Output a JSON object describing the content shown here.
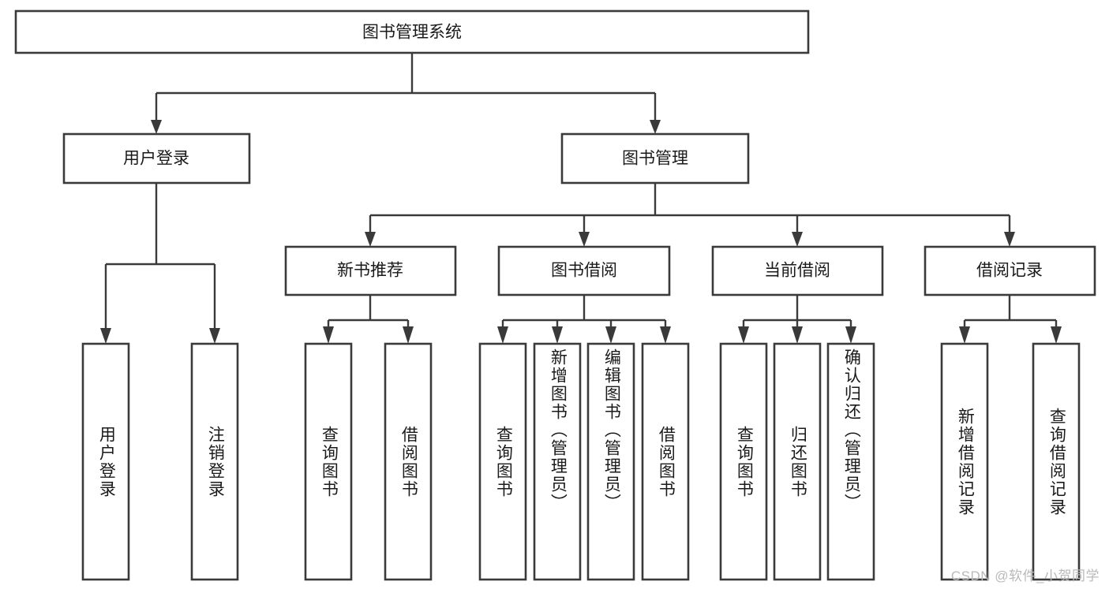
{
  "diagram": {
    "type": "tree-hierarchy",
    "title": "图书管理系统",
    "orientation": "top-down",
    "watermark": "CSDN @软件_小贺同学",
    "colors": {
      "box_fill": "#ffffff",
      "box_stroke": "#3a3a3a",
      "connector": "#3a3a3a",
      "text": "#1a1a1a",
      "watermark": "#b9b9b9",
      "background": "#ffffff"
    },
    "root": {
      "label": "图书管理系统"
    },
    "level2": [
      {
        "label": "用户登录"
      },
      {
        "label": "图书管理"
      }
    ],
    "level3": [
      {
        "label": "新书推荐"
      },
      {
        "label": "图书借阅"
      },
      {
        "label": "当前借阅"
      },
      {
        "label": "借阅记录"
      }
    ],
    "leaves": {
      "user_login": [
        {
          "label": "用户登录"
        },
        {
          "label": "注销登录"
        }
      ],
      "new_book_recommend": [
        {
          "label": "查询图书"
        },
        {
          "label": "借阅图书"
        }
      ],
      "book_borrow": [
        {
          "label": "查询图书"
        },
        {
          "label": "新增图书（管理员）"
        },
        {
          "label": "编辑图书（管理员）"
        },
        {
          "label": "借阅图书"
        }
      ],
      "current_borrow": [
        {
          "label": "查询图书"
        },
        {
          "label": "归还图书"
        },
        {
          "label": "确认归还（管理员）"
        }
      ],
      "borrow_record": [
        {
          "label": "新增借阅记录"
        },
        {
          "label": "查询借阅记录"
        }
      ]
    },
    "edges": [
      {
        "from": "图书管理系统",
        "to": "用户登录"
      },
      {
        "from": "图书管理系统",
        "to": "图书管理"
      },
      {
        "from": "图书管理",
        "to": "新书推荐"
      },
      {
        "from": "图书管理",
        "to": "图书借阅"
      },
      {
        "from": "图书管理",
        "to": "当前借阅"
      },
      {
        "from": "图书管理",
        "to": "借阅记录"
      },
      {
        "from": "用户登录",
        "to": "用户登录"
      },
      {
        "from": "用户登录",
        "to": "注销登录"
      },
      {
        "from": "新书推荐",
        "to": "查询图书"
      },
      {
        "from": "新书推荐",
        "to": "借阅图书"
      },
      {
        "from": "图书借阅",
        "to": "查询图书"
      },
      {
        "from": "图书借阅",
        "to": "新增图书（管理员）"
      },
      {
        "from": "图书借阅",
        "to": "编辑图书（管理员）"
      },
      {
        "from": "图书借阅",
        "to": "借阅图书"
      },
      {
        "from": "当前借阅",
        "to": "查询图书"
      },
      {
        "from": "当前借阅",
        "to": "归还图书"
      },
      {
        "from": "当前借阅",
        "to": "确认归还（管理员）"
      },
      {
        "from": "借阅记录",
        "to": "新增借阅记录"
      },
      {
        "from": "借阅记录",
        "to": "查询借阅记录"
      }
    ]
  }
}
